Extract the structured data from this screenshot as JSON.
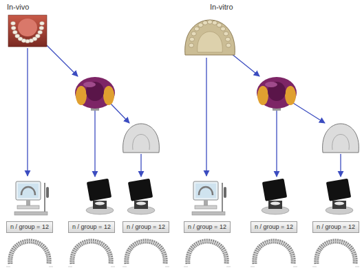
{
  "diagram": {
    "nodes": [
      {
        "text": [
          "n / group = 12"
        ]
      },
      {
        "text": [
          "n / group = 12"
        ]
      },
      {
        "text": [
          "n / group = 12"
        ]
      },
      {
        "text": [
          "n / group = 12"
        ]
      },
      {
        "text": [
          "n / group = 12"
        ]
      },
      {
        "text": [
          "n / group = 12"
        ]
      }
    ],
    "labels": [
      "In-vivo",
      "In-vitro"
    ]
  }
}
